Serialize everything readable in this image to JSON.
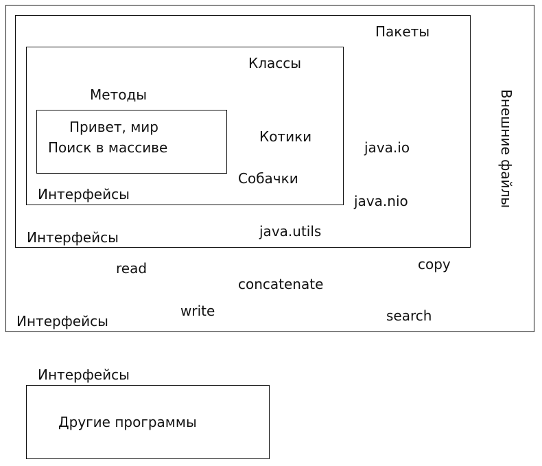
{
  "labels": {
    "external_files": "Внешние файлы",
    "packages": "Пакеты",
    "classes": "Классы",
    "methods": "Методы",
    "hello_world": "Привет, мир",
    "array_search": "Поиск в массиве",
    "cats": "Котики",
    "dogs": "Собачки",
    "interfaces": "Интерфейсы",
    "java_io": "java.io",
    "java_nio": "java.nio",
    "java_utils": "java.utils",
    "read": "read",
    "write": "write",
    "concatenate": "concatenate",
    "copy": "copy",
    "search": "search",
    "other_programs": "Другие программы"
  }
}
